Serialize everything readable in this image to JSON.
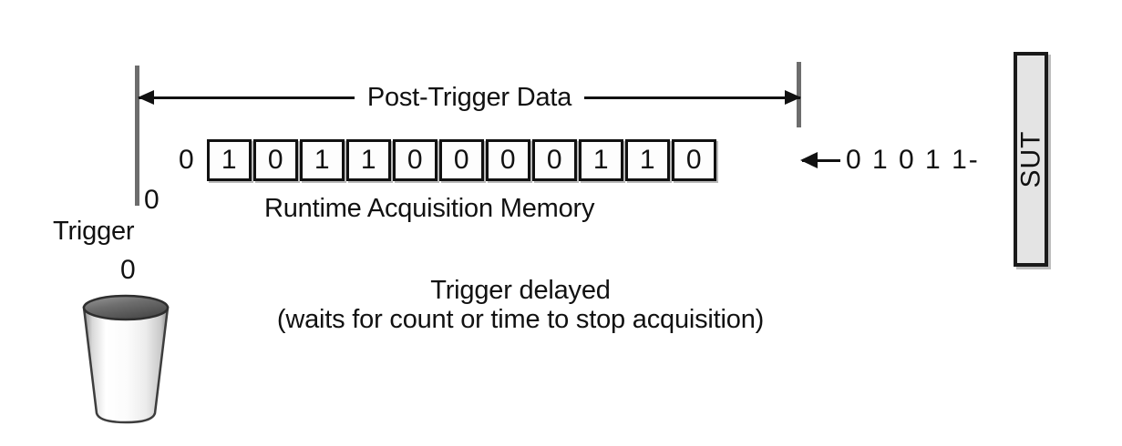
{
  "diagram": {
    "title_span_label": "Post-Trigger Data",
    "memory_caption": "Runtime Acquisition Memory",
    "delay_caption_line1": "Trigger delayed",
    "delay_caption_line2": "(waits for count or time to stop acquisition)",
    "trigger_label": "Trigger",
    "trigger_zero_top": "0",
    "trigger_zero_bottom": "0",
    "memory_prefix_bit": "0",
    "memory_cells": [
      "1",
      "0",
      "1",
      "1",
      "0",
      "0",
      "0",
      "0",
      "1",
      "1",
      "0"
    ],
    "incoming_stream": "0 1 0 1 1-",
    "sut_label": "SUT",
    "colors": {
      "background": "#ffffff",
      "ink": "#111111",
      "tick_gray": "#6d6d6d",
      "cell_border": "#111111",
      "cell_fill": "#fdfdfd",
      "cell_shadow": "#b9b9b9",
      "sut_fill": "#e4e4e4",
      "sut_border": "#1a1a1a",
      "bucket_rim_dark": "#555555",
      "bucket_body_light": "#ffffff"
    }
  }
}
